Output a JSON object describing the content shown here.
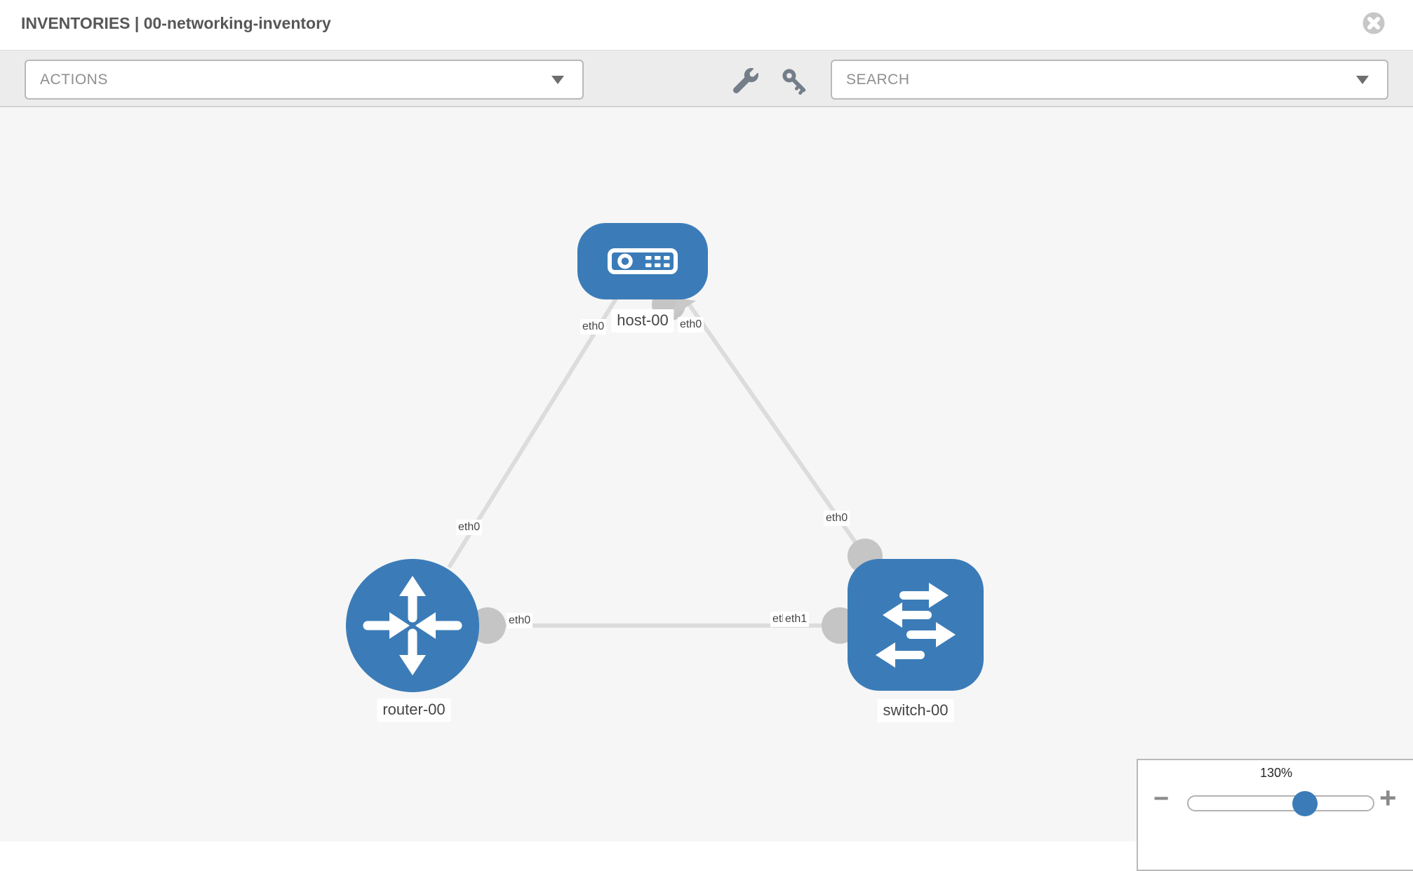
{
  "header": {
    "breadcrumb": "INVENTORIES",
    "separator": "|",
    "inventory_name": "00-networking-inventory"
  },
  "toolbar": {
    "actions_label": "ACTIONS",
    "search_label": "SEARCH"
  },
  "topology": {
    "nodes": [
      {
        "label": "host-00",
        "type": "host"
      },
      {
        "label": "router-00",
        "type": "router"
      },
      {
        "label": "switch-00",
        "type": "switch"
      }
    ],
    "links": [
      {
        "from": "host-00",
        "from_interface": "eth0",
        "to": "router-00",
        "to_interface": "eth0"
      },
      {
        "from": "host-00",
        "from_interface": "eth0",
        "to": "switch-00",
        "to_interface": "eth0"
      },
      {
        "from": "router-00",
        "from_interface": "eth0",
        "to": "switch-00",
        "to_interface": "eth1"
      }
    ],
    "interface_labels": [
      {
        "text": "eth0",
        "position": "host-left"
      },
      {
        "text": "eth0",
        "position": "host-right"
      },
      {
        "text": "eth0",
        "position": "router-top"
      },
      {
        "text": "eth0",
        "position": "switch-top"
      },
      {
        "text": "eth0",
        "position": "router-right"
      },
      {
        "text": "eth0",
        "position": "switch-left-back"
      },
      {
        "text": "eth1",
        "position": "switch-left-front"
      }
    ]
  },
  "zoom_control": {
    "level": "130%",
    "minus_label": "−",
    "plus_label": "+"
  },
  "colors": {
    "node_blue": "#3b7cb8",
    "edge_gray": "#dcdcdc",
    "port_gray": "#c5c5c5",
    "toolbar_bg": "#ececec",
    "canvas_bg": "#f6f6f6",
    "control_border_gray": "#b9b9b9",
    "icon_slate": "#747e88",
    "label_text": "#454545"
  }
}
